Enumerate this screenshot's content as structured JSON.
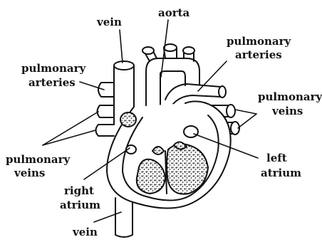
{
  "labels": {
    "vein_top": "vein",
    "aorta": "aorta",
    "pulmonary_arteries_right_1": "pulmonary",
    "pulmonary_arteries_right_2": "arteries",
    "pulmonary_arteries_left_1": "pulmonary",
    "pulmonary_arteries_left_2": "arteries",
    "pulmonary_veins_right_1": "pulmonary",
    "pulmonary_veins_right_2": "veins",
    "pulmonary_veins_left_1": "pulmonary",
    "pulmonary_veins_left_2": "veins",
    "left_atrium_1": "left",
    "left_atrium_2": "atrium",
    "right_atrium_1": "right",
    "right_atrium_2": "atrium",
    "vein_bottom": "vein"
  },
  "colors": {
    "ink": "#111111",
    "stipple": "#2b2b2b",
    "paper": "#ffffff"
  }
}
